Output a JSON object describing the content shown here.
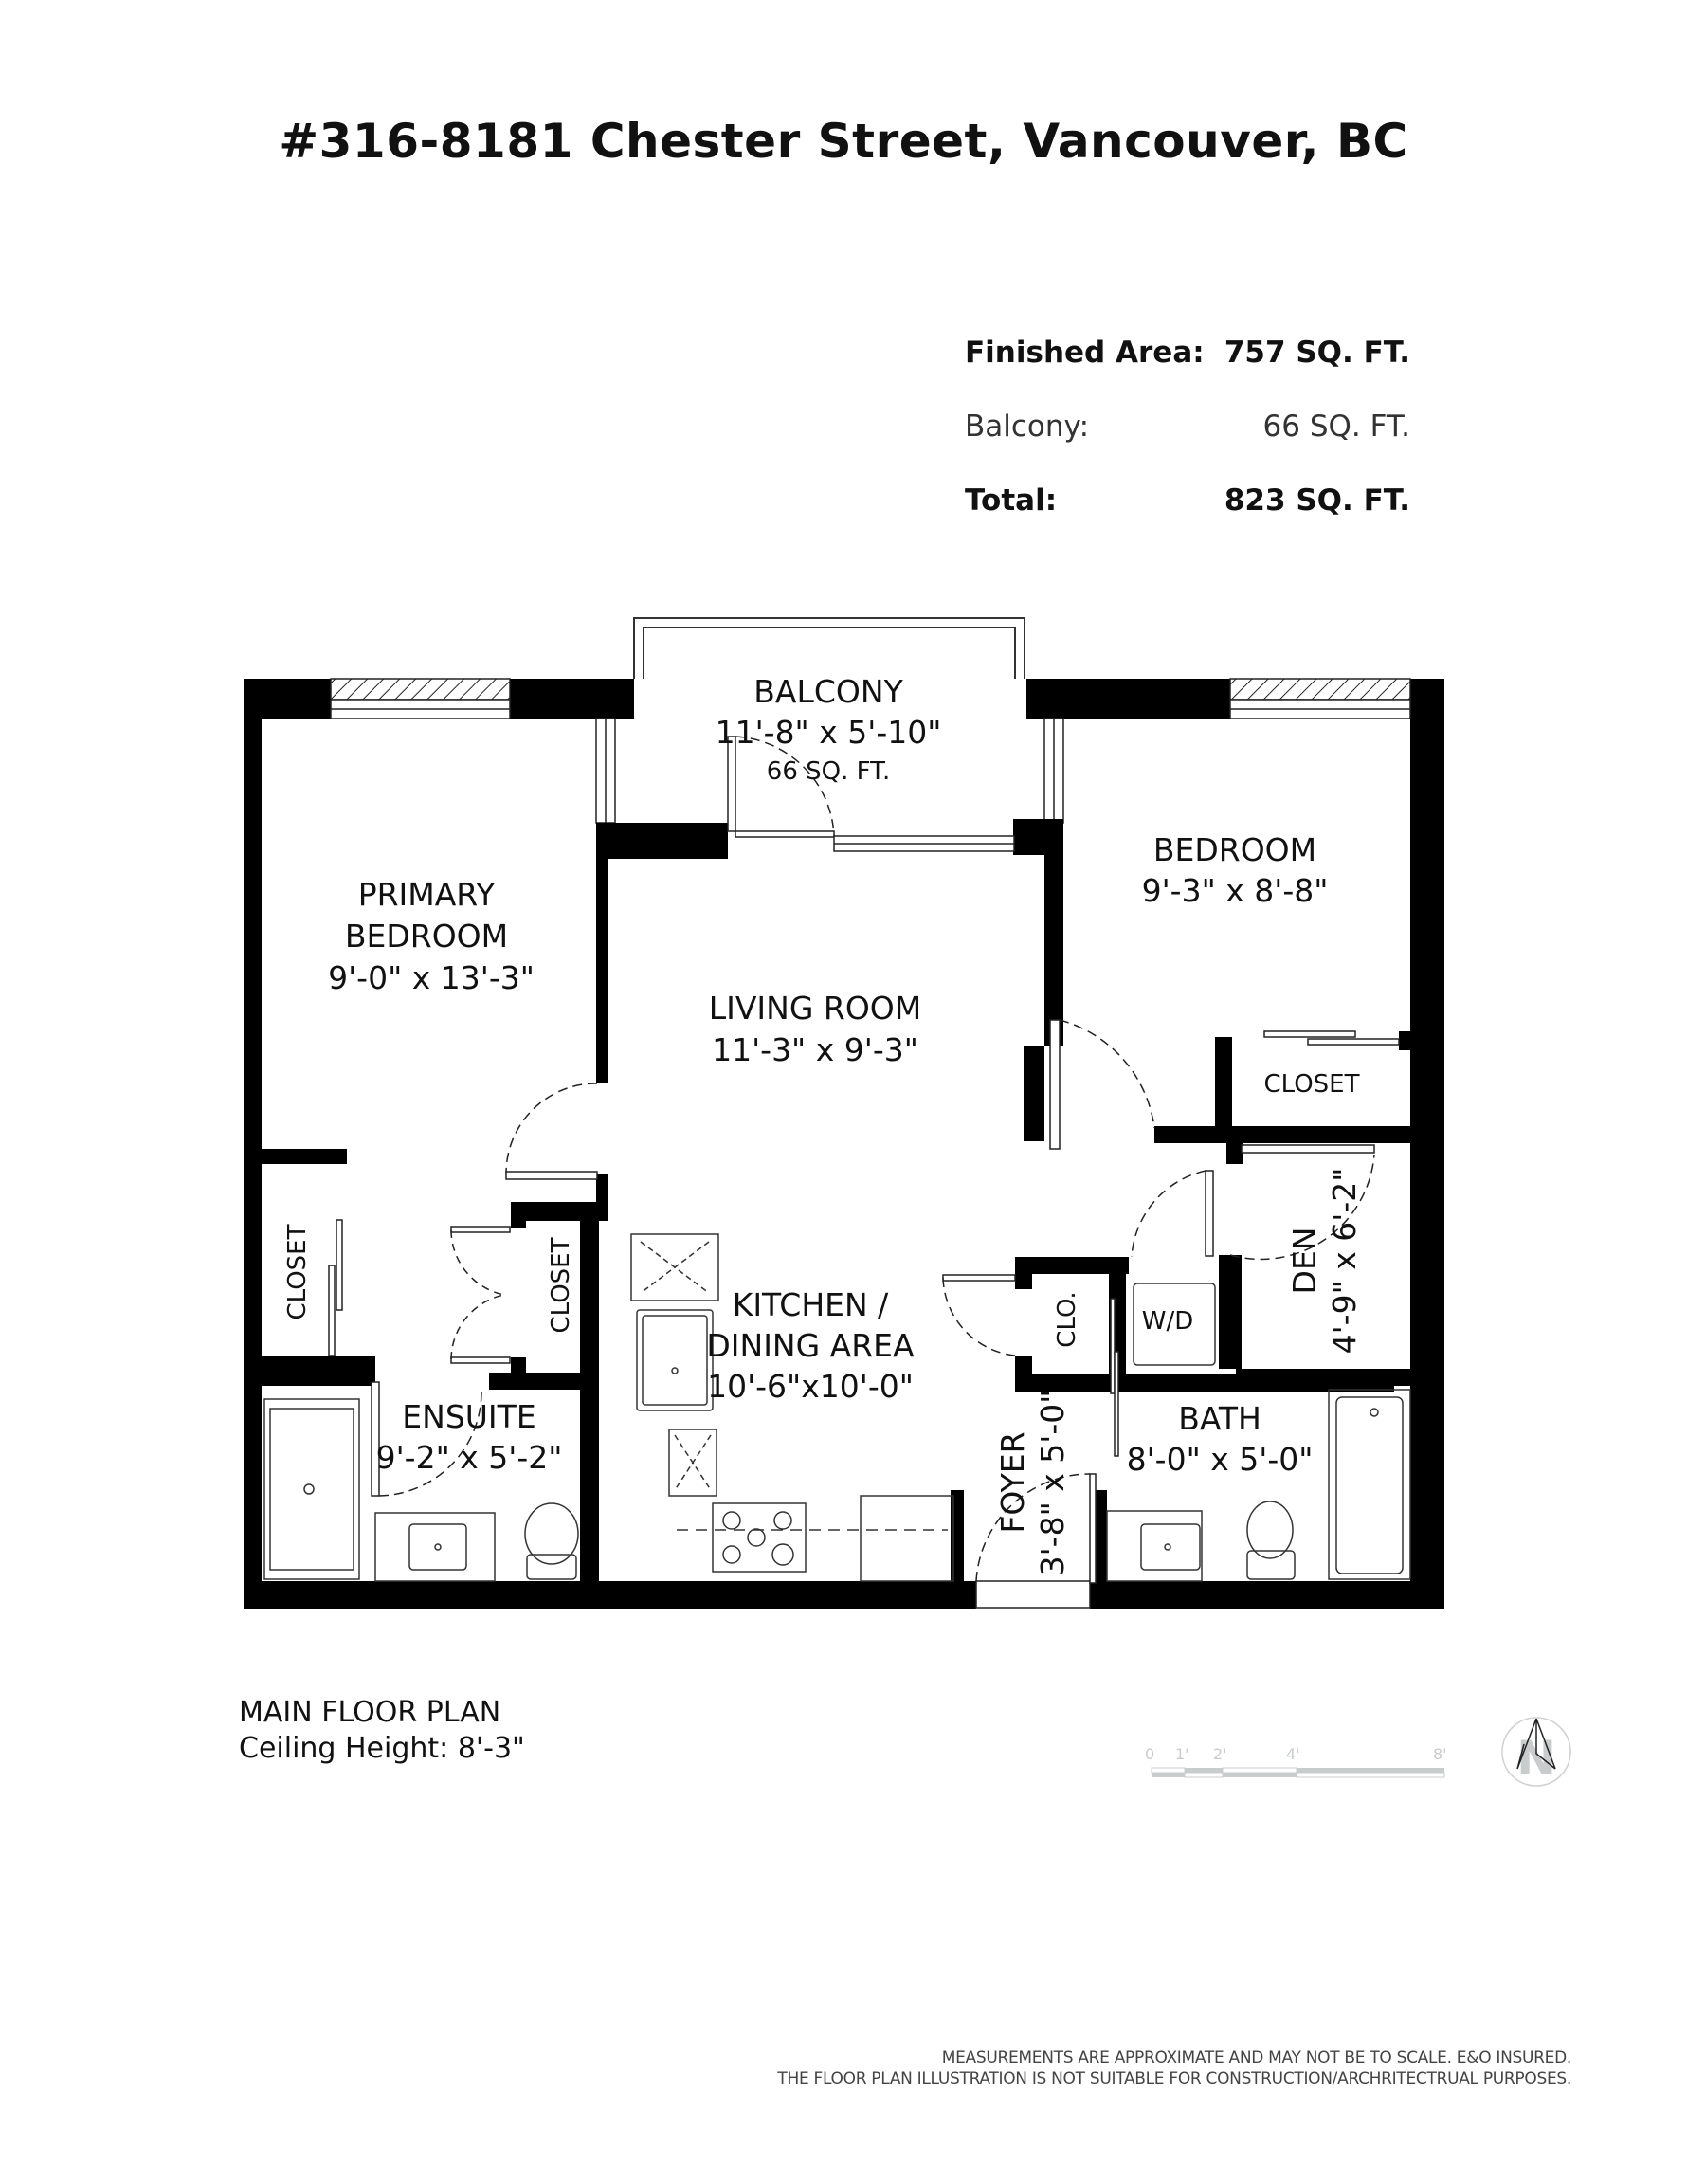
{
  "header": {
    "title": "#316-8181 Chester Street, Vancouver, BC"
  },
  "areas": [
    {
      "label": "Finished Area:",
      "value": "757 SQ. FT.",
      "weight": "bold"
    },
    {
      "label": "Balcony:",
      "value": "66 SQ. FT.",
      "weight": "light"
    },
    {
      "label": "Total:",
      "value": "823 SQ. FT.",
      "weight": "bold"
    }
  ],
  "rooms": {
    "balcony": {
      "name": "BALCONY",
      "dims": "11'-8\" x 5'-10\"",
      "area": "66 SQ. FT."
    },
    "primary_bedroom": {
      "name_line1": "PRIMARY",
      "name_line2": "BEDROOM",
      "dims": "9'-0\" x 13'-3\""
    },
    "living_room": {
      "name": "LIVING ROOM",
      "dims": "11'-3\" x 9'-3\""
    },
    "bedroom": {
      "name": "BEDROOM",
      "dims": "9'-3\" x 8'-8\""
    },
    "bedroom_closet": {
      "name": "CLOSET"
    },
    "primary_closet_left": {
      "name": "CLOSET"
    },
    "primary_closet_right": {
      "name": "CLOSET"
    },
    "kitchen": {
      "name_line1": "KITCHEN /",
      "name_line2": "DINING AREA",
      "dims": "10'-6\"x10'-0\""
    },
    "closet_small": {
      "name": "CLO."
    },
    "laundry": {
      "name": "W/D"
    },
    "den": {
      "name": "DEN",
      "dims": "4'-9\" x 6'-2\""
    },
    "ensuite": {
      "name": "ENSUITE",
      "dims": "9'-2\" x 5'-2\""
    },
    "foyer": {
      "name": "FOYER",
      "dims": "3'-8\" x 5'-0\""
    },
    "bath": {
      "name": "BATH",
      "dims": "8'-0\" x 5'-0\""
    }
  },
  "footer": {
    "plan_name": "MAIN FLOOR PLAN",
    "ceiling_height": "Ceiling Height: 8'-3\"",
    "disclaimer_line1": "MEASUREMENTS ARE APPROXIMATE AND MAY NOT BE TO SCALE.  E&O INSURED.",
    "disclaimer_line2": "THE FLOOR PLAN ILLUSTRATION IS NOT SUITABLE FOR CONSTRUCTION/ARCHRITECTRUAL PURPOSES."
  },
  "scale_bar": {
    "ticks": [
      "0",
      "1'",
      "2'",
      "4'",
      "8'"
    ],
    "color": "#c8cccc"
  },
  "compass": {
    "icon": "north-arrow-icon",
    "letter": "N",
    "color": "#c8cccc"
  },
  "colors": {
    "wall": "#000000",
    "background": "#ffffff",
    "fixture_line": "#222222"
  }
}
